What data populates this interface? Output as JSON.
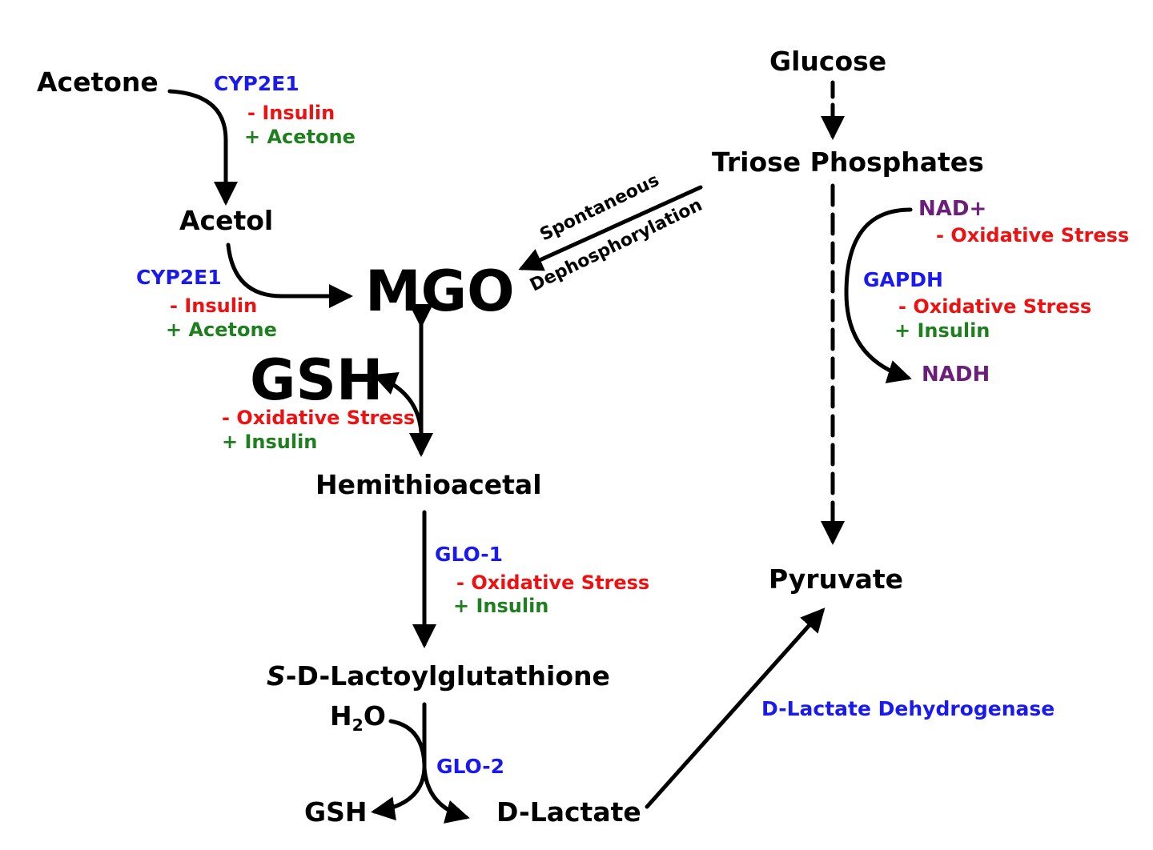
{
  "colors": {
    "compound": "#000000",
    "enzyme": "#1a1aee",
    "inhibitor": "#ee1111",
    "activator": "#1e7f1e",
    "cofactor": "#6b1f7a"
  },
  "compounds": {
    "acetone": "Acetone",
    "acetol": "Acetol",
    "mgo": "MGO",
    "gsh_big": "GSH",
    "hemithioacetal": "Hemithioacetal",
    "lactoyl_prefix": "S",
    "lactoyl_rest": "-D-Lactoylglutathione",
    "water_h": "H",
    "water_2": "2",
    "water_o": "O",
    "gsh_small": "GSH",
    "d_lactate": "D-Lactate",
    "glucose": "Glucose",
    "triose_phosphates": "Triose Phosphates",
    "pyruvate": "Pyruvate",
    "nad_plus": "NAD+",
    "nadh": "NADH"
  },
  "enzymes": {
    "cyp2e1_top": "CYP2E1",
    "cyp2e1_mid": "CYP2E1",
    "gapdh": "GAPDH",
    "glo1": "GLO-1",
    "glo2": "GLO-2",
    "d_lactate_dehydrogenase": "D-Lactate Dehydrogenase"
  },
  "modifiers": {
    "cyp2e1_top_minus": "- Insulin",
    "cyp2e1_top_plus": "+ Acetone",
    "cyp2e1_mid_minus": "- Insulin",
    "cyp2e1_mid_plus": "+ Acetone",
    "gsh_minus": "- Oxidative Stress",
    "gsh_plus": "+ Insulin",
    "nad_minus": "- Oxidative Stress",
    "gapdh_minus": "- Oxidative Stress",
    "gapdh_plus": "+ Insulin",
    "glo1_minus": "- Oxidative Stress",
    "glo1_plus": "+ Insulin"
  },
  "spontaneous": {
    "line1": "Spontaneous",
    "line2": "Dephosphorylation"
  }
}
